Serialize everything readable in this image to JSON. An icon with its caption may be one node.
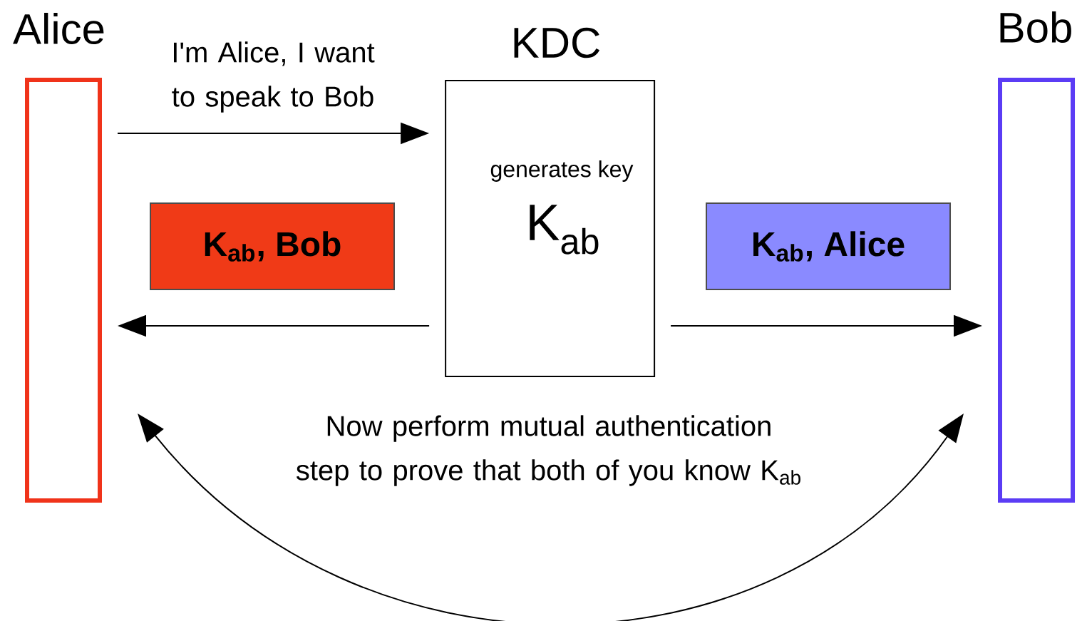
{
  "diagram": {
    "nodes": [
      {
        "text": [
          "Alice"
        ]
      },
      {
        "text": [
          "KDC",
          "generates key",
          "K$_{ab}$"
        ]
      },
      {
        "text": [
          "Bob"
        ]
      },
      {
        "text": [
          "K$_{ab}$, Bob"
        ]
      },
      {
        "text": [
          "K$_{ab}$, Alice"
        ]
      }
    ],
    "edges": [
      {
        "from": 0,
        "to": 1,
        "arrow": "to",
        "label": "I'm Alice, I want to speak to Bob"
      },
      {
        "from": 1,
        "to": 0,
        "arrow": "to"
      },
      {
        "from": 1,
        "to": 2,
        "arrow": "to"
      },
      {
        "from": 0,
        "to": 2,
        "arrow": "both",
        "label": "Now perform mutual authentication step to prove that both of you know K$_{ab}$"
      }
    ]
  }
}
